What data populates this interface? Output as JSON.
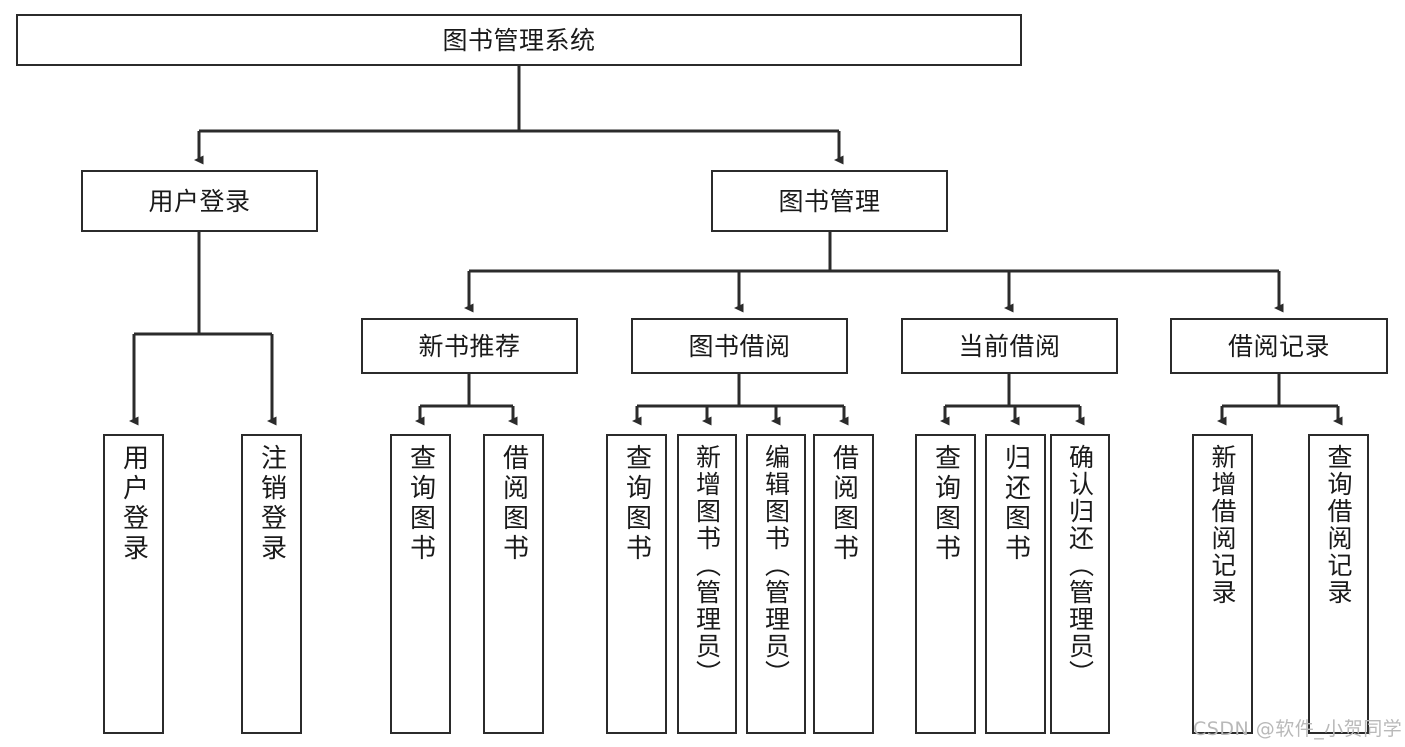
{
  "diagram": {
    "title": "图书管理系统",
    "type": "tree",
    "stroke_color": "#2b2b2b",
    "fill_color": "#ffffff",
    "text_color": "#1a1a1a"
  },
  "nodes": {
    "root": {
      "label": "图书管理系统"
    },
    "level2": [
      {
        "id": "user-login",
        "label": "用户登录"
      },
      {
        "id": "book-management",
        "label": "图书管理"
      }
    ],
    "level3": [
      {
        "id": "new-book-recommend",
        "label": "新书推荐"
      },
      {
        "id": "book-borrow",
        "label": "图书借阅"
      },
      {
        "id": "current-borrow",
        "label": "当前借阅"
      },
      {
        "id": "borrow-record",
        "label": "借阅记录"
      }
    ],
    "leaves": {
      "user_login": [
        {
          "id": "leaf-user-login",
          "label": "用户登录"
        },
        {
          "id": "leaf-logout-login",
          "label": "注销登录"
        }
      ],
      "new_book_recommend": [
        {
          "id": "leaf-query-book-1",
          "label": "查询图书"
        },
        {
          "id": "leaf-borrow-book-1",
          "label": "借阅图书"
        }
      ],
      "book_borrow": [
        {
          "id": "leaf-query-book-2",
          "label": "查询图书"
        },
        {
          "id": "leaf-add-book",
          "label": "新增图书（管理员）"
        },
        {
          "id": "leaf-edit-book",
          "label": "编辑图书（管理员）"
        },
        {
          "id": "leaf-borrow-book-2",
          "label": "借阅图书"
        }
      ],
      "current_borrow": [
        {
          "id": "leaf-query-book-3",
          "label": "查询图书"
        },
        {
          "id": "leaf-return-book",
          "label": "归还图书"
        },
        {
          "id": "leaf-confirm-return",
          "label": "确认归还（管理员）"
        }
      ],
      "borrow_record": [
        {
          "id": "leaf-add-record",
          "label": "新增借阅记录"
        },
        {
          "id": "leaf-query-record",
          "label": "查询借阅记录"
        }
      ]
    }
  },
  "watermark": {
    "text": "CSDN @软件_小贺同学"
  }
}
